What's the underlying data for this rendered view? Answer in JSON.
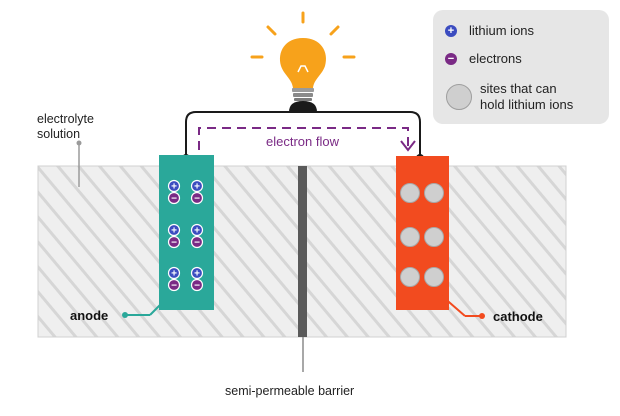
{
  "labels": {
    "electrolyte": "electrolyte\nsolution",
    "electron_flow": "electron flow",
    "anode": "anode",
    "cathode": "cathode",
    "barrier": "semi-permeable barrier"
  },
  "legend": {
    "lithium_ions": "lithium ions",
    "electrons": "electrons",
    "sites": "sites that can\nhold lithium ions"
  },
  "symbols": {
    "plus": "+",
    "minus": "−"
  },
  "colors": {
    "anode": "#2aa89a",
    "cathode": "#f24b1f",
    "lithium_ion": "#3b4cc0",
    "electron": "#7a2a85",
    "bulb": "#f7a21b",
    "hatch_bg": "#efefef",
    "hatch_line": "#d4d4d4",
    "barrier": "#5a5a5a"
  }
}
